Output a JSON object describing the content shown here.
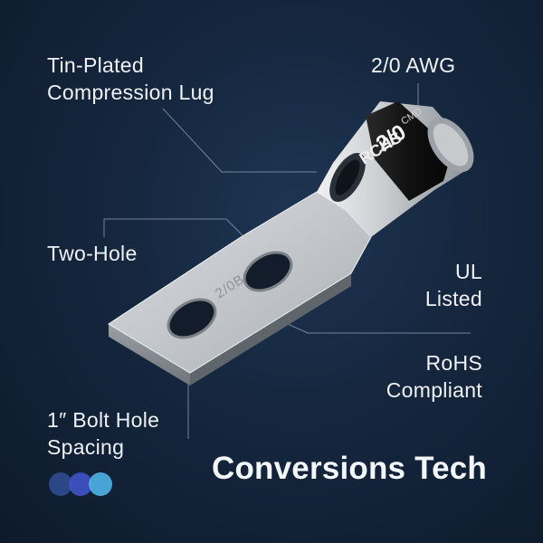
{
  "callouts": {
    "tin_plated": {
      "line1": "Tin-Plated",
      "line2": "Compression Lug"
    },
    "awg": {
      "text": "2/0 AWG"
    },
    "two_hole": {
      "text": "Two-Hole"
    },
    "ul_listed": {
      "line1": "UL",
      "line2": "Listed"
    },
    "rohs": {
      "line1": "RoHS",
      "line2": "Compliant"
    },
    "bolt_spacing": {
      "line1": "1″ Bolt Hole",
      "line2": "Spacing"
    }
  },
  "product_markings": {
    "barrel_size": "2/0",
    "barrel_brand": "RCHS",
    "barrel_top": "CMD",
    "tongue_stamp": "2/0B"
  },
  "brand": {
    "name": "Conversions Tech"
  },
  "colors": {
    "background": "#15263d",
    "text": "#eef2f7",
    "leader_line": "#8a9bb0",
    "metal_light": "#e4e6e8",
    "metal_dark": "#8d9398",
    "band": "#151515",
    "dot_1": "#2d4a8a",
    "dot_2": "#3f52c8",
    "dot_3": "#4fb3e6"
  }
}
